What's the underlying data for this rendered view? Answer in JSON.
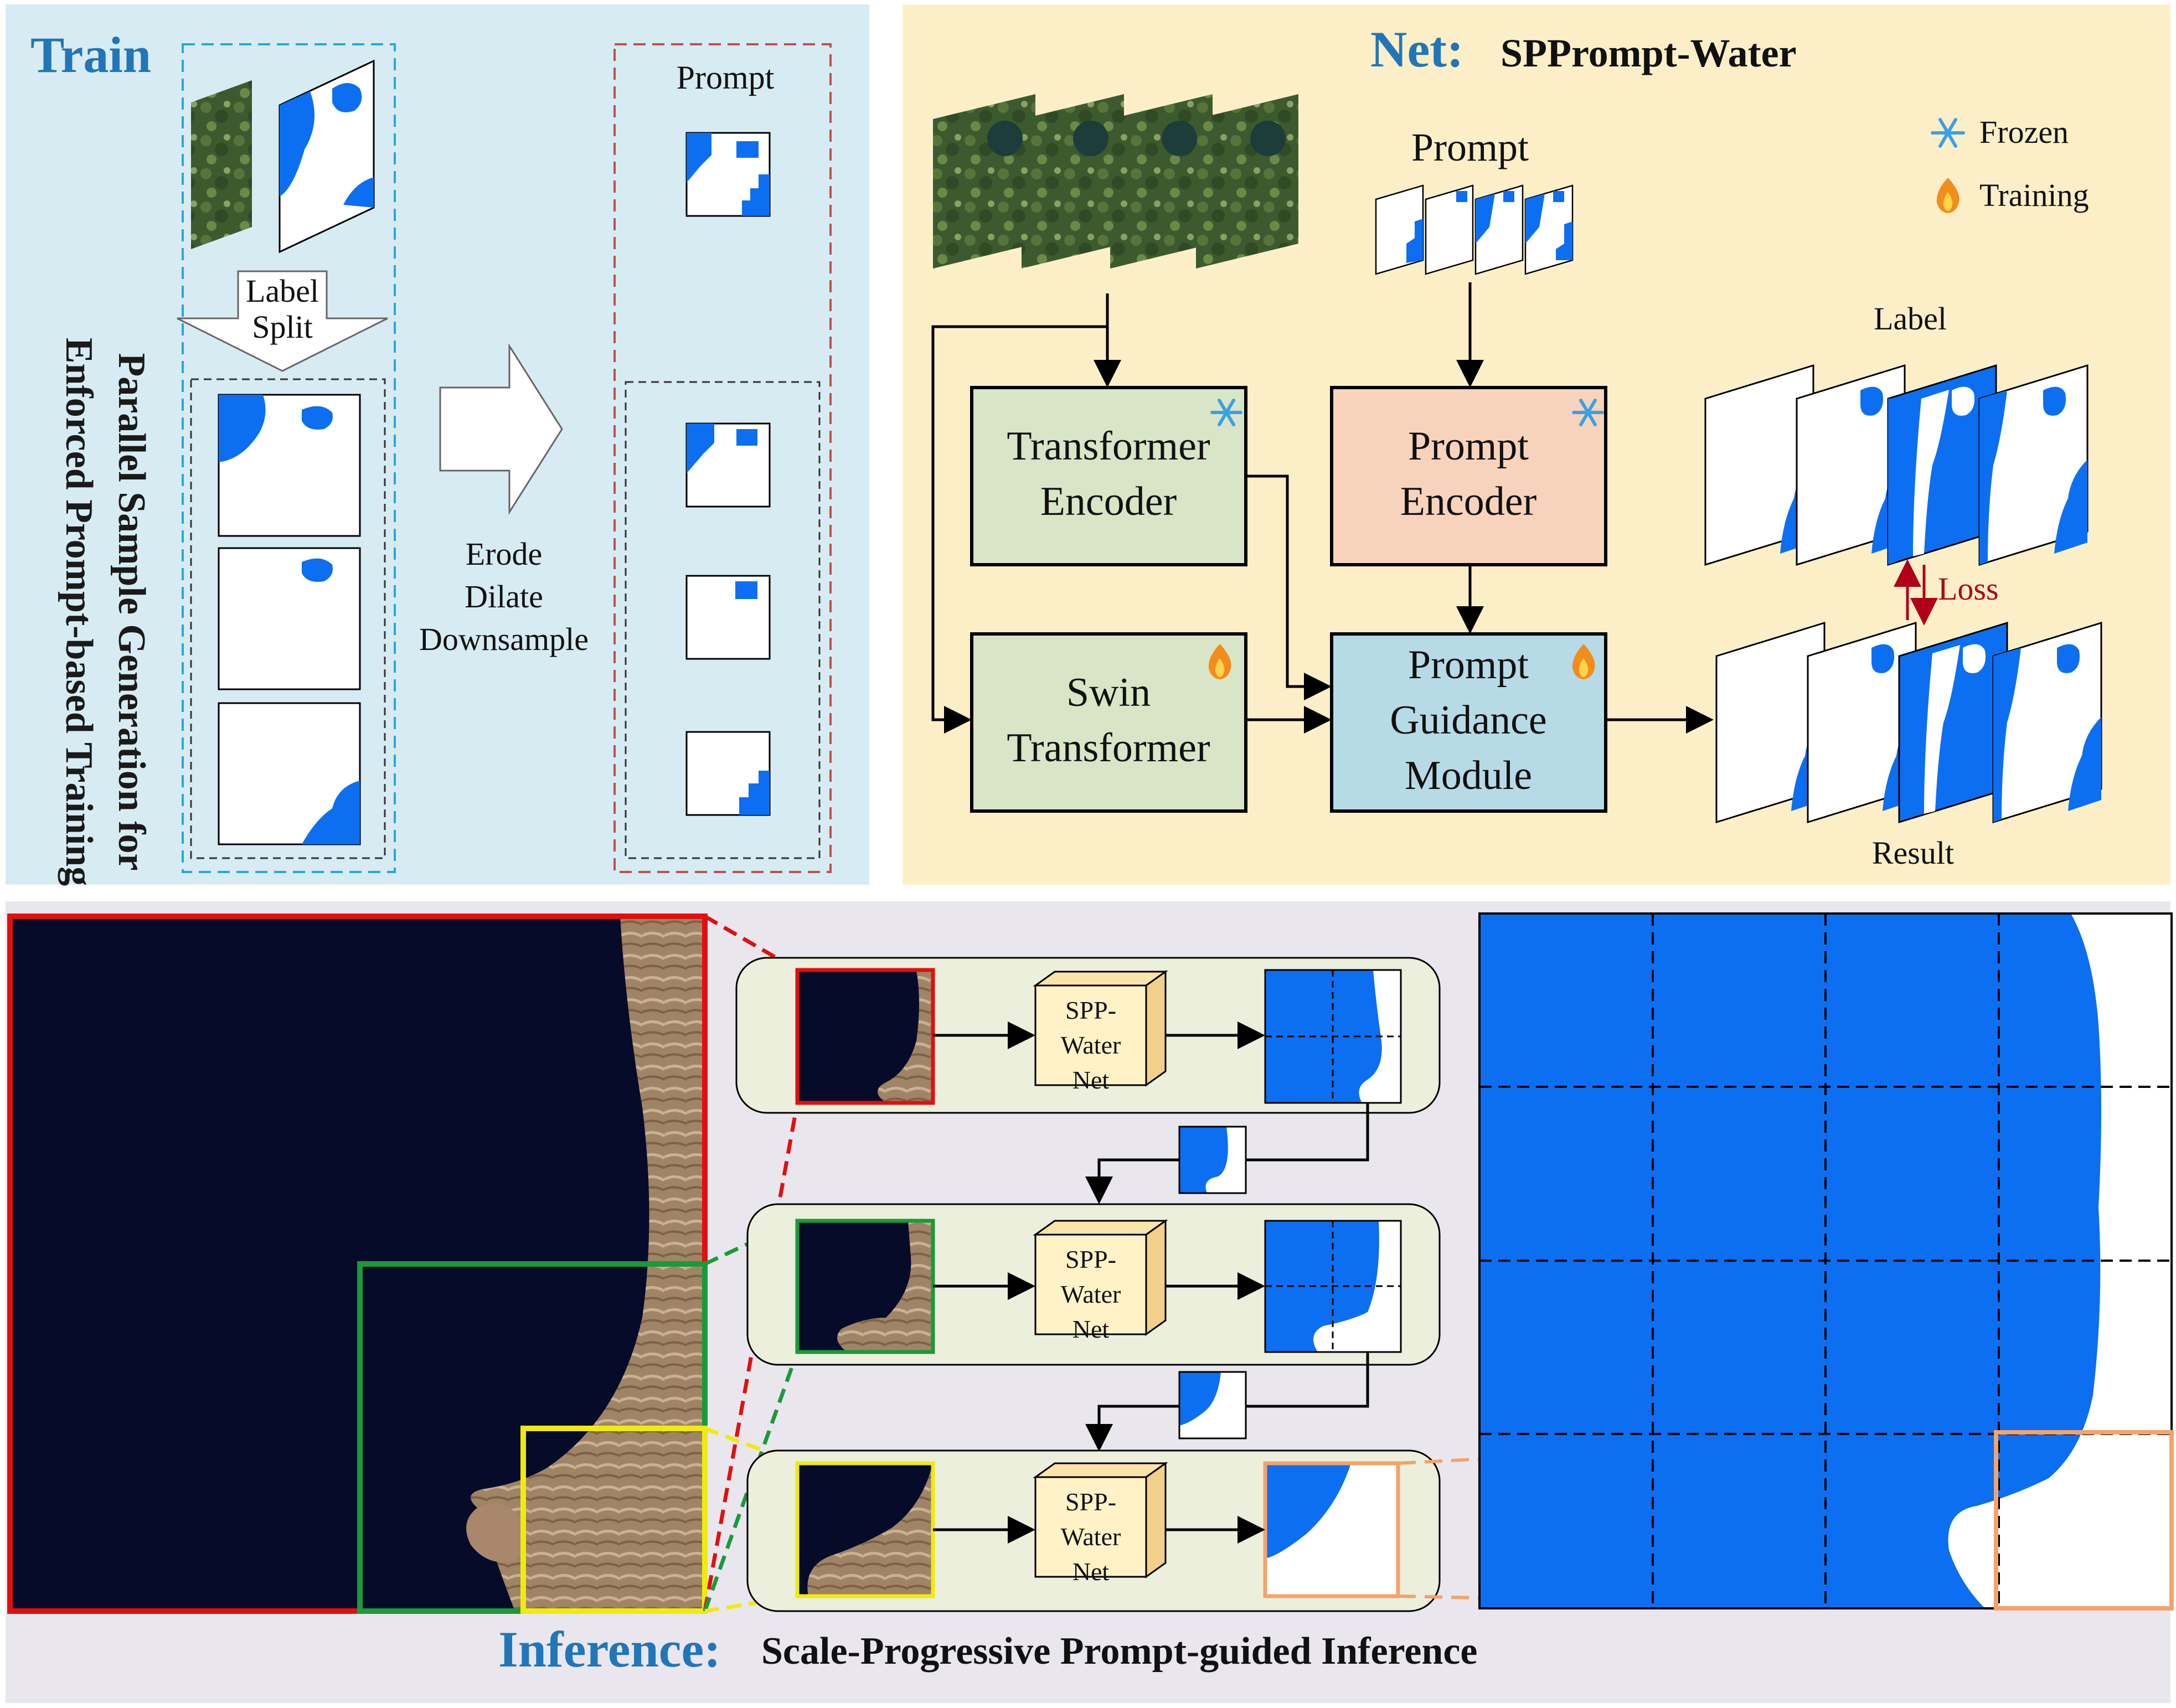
{
  "train": {
    "title": "Train",
    "side_line1": "Parallel Sample Generation for",
    "side_line2": "Enforced Prompt-based Training",
    "label_split_1": "Label",
    "label_split_2": "Split",
    "prompt_label": "Prompt",
    "op_erode": "Erode",
    "op_dilate": "Dilate",
    "op_downsample": "Downsample"
  },
  "net": {
    "title": "Net:",
    "name": "SPPrompt-Water",
    "prompt_label": "Prompt",
    "legend_frozen": "Frozen",
    "legend_training": "Training",
    "te_line1": "Transformer",
    "te_line2": "Encoder",
    "pe_line1": "Prompt",
    "pe_line2": "Encoder",
    "sw_line1": "Swin",
    "sw_line2": "Transformer",
    "pg_line1": "Prompt",
    "pg_line2": "Guidance",
    "pg_line3": "Module",
    "label": "Label",
    "result": "Result",
    "loss": "Loss",
    "frozen_icon": "snowflake-icon",
    "training_icon": "flame-icon"
  },
  "inference": {
    "title": "Inference:",
    "subtitle": "Scale-Progressive Prompt-guided Inference",
    "net_line1": "SPP-",
    "net_line2": "Water",
    "net_line3": "Net"
  },
  "colors": {
    "train_bg": "#d7ebf2",
    "net_bg": "#fcefc8",
    "inference_bg": "#e9e6ee",
    "water_blue": "#0c6ff2",
    "title_blue": "#2176b8",
    "te_fill": "#d9e5c7",
    "pe_fill": "#f8d3bc",
    "pg_fill": "#b7dbe6",
    "dark_water": "#060b2a"
  }
}
